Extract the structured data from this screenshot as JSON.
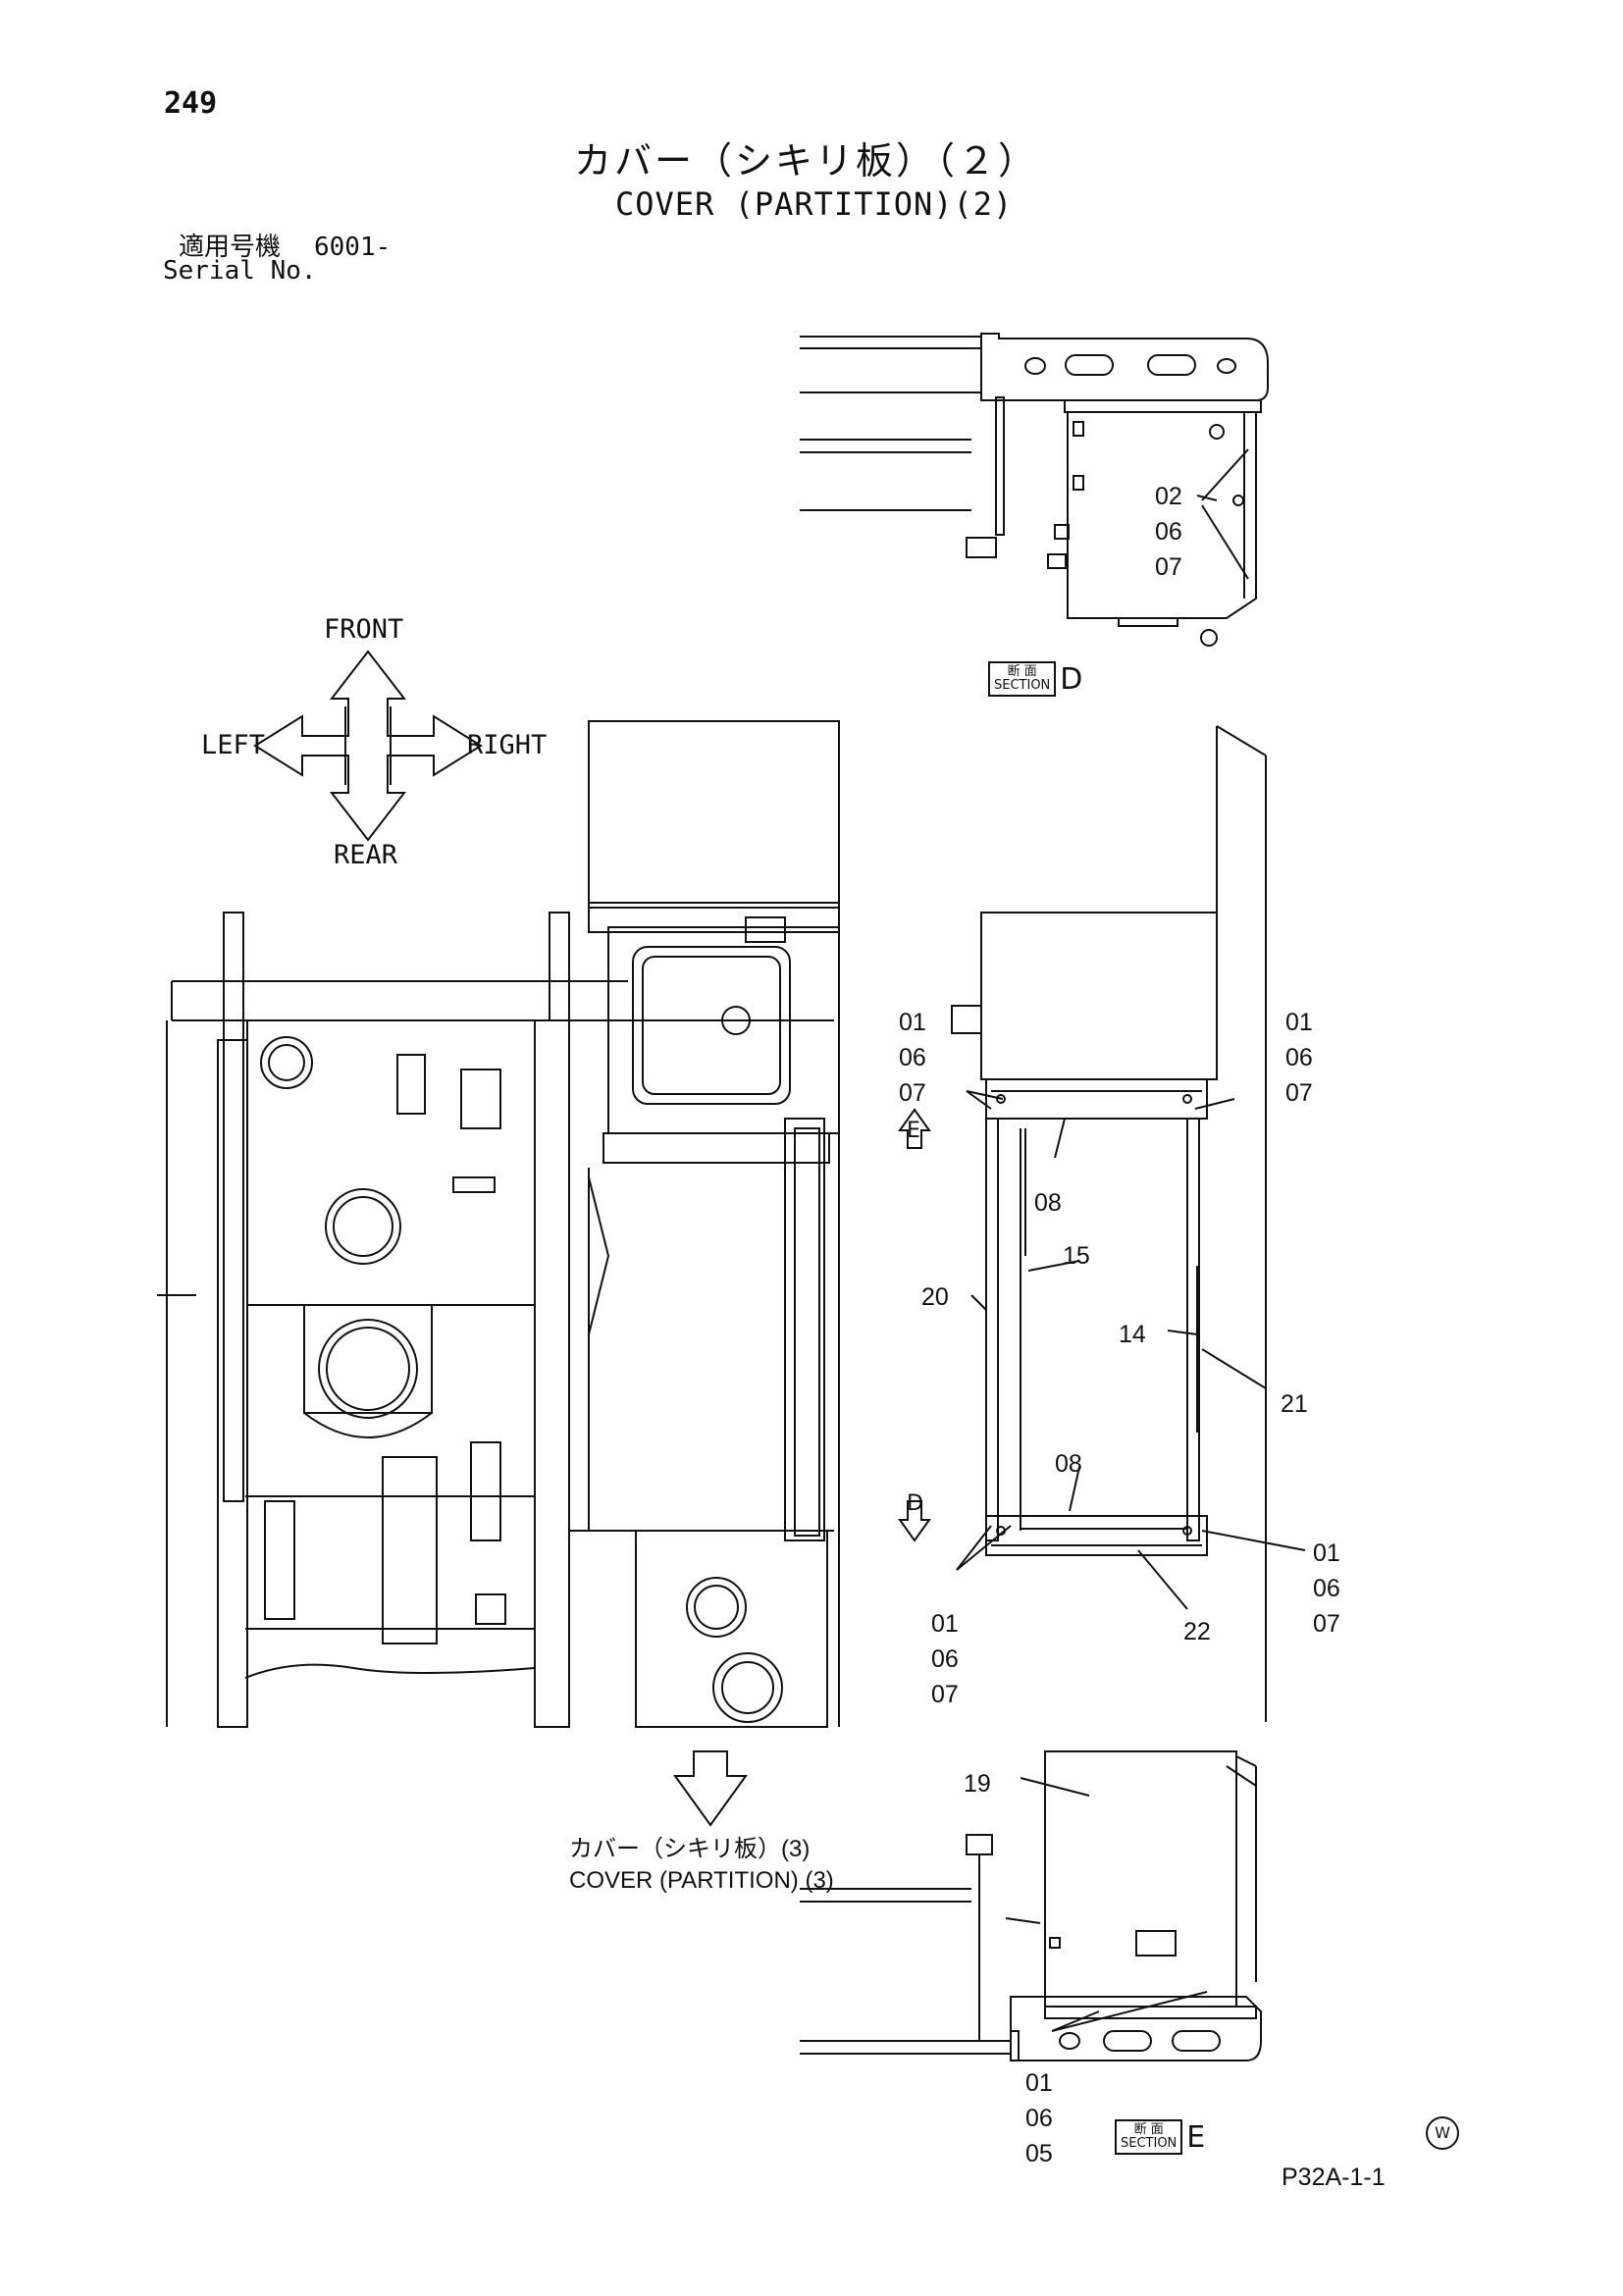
{
  "page_number": "249",
  "title_jp": "カバー（シキリ板）（２）",
  "title_en": "COVER (PARTITION)(2)",
  "serial": {
    "label_jp": "適用号機",
    "label_en": "Serial No.",
    "value": "6001-"
  },
  "directions": {
    "front": "FRONT",
    "rear": "REAR",
    "left": "LEFT",
    "right": "RIGHT"
  },
  "section_d": {
    "kanji": "断 面",
    "word": "SECTION",
    "letter": "D"
  },
  "section_e": {
    "kanji": "断 面",
    "word": "SECTION",
    "letter": "E"
  },
  "view_markers": {
    "e": "E",
    "d": "D"
  },
  "callouts": {
    "sec_d": [
      "02",
      "06",
      "07"
    ],
    "top_left": [
      "01",
      "06",
      "07"
    ],
    "top_right": [
      "01",
      "06",
      "07"
    ],
    "bottom_left": [
      "01",
      "06",
      "07"
    ],
    "bottom_right": [
      "01",
      "06",
      "07"
    ],
    "sec_e": [
      "01",
      "06",
      "05"
    ],
    "p08a": "08",
    "p08b": "08",
    "p15": "15",
    "p14": "14",
    "p20": "20",
    "p21": "21",
    "p22": "22",
    "p19": "19"
  },
  "continuation": {
    "jp": "カバー（シキリ板）(3)",
    "en": "COVER (PARTITION) (3)"
  },
  "doc_code": "P32A-1-1",
  "watermark": "W"
}
